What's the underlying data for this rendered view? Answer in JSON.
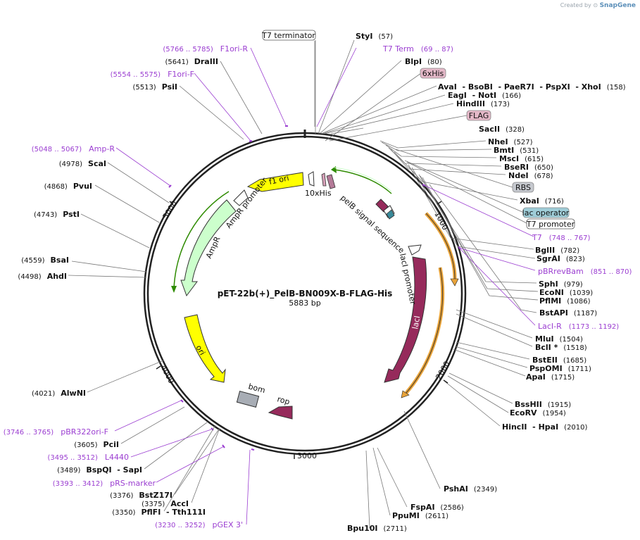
{
  "watermark": {
    "prefix": "Created by",
    "brand": "SnapGene"
  },
  "plasmid": {
    "name": "pET-22b(+)_PelB-BN009X-B-FLAG-His",
    "size": "5883 bp"
  },
  "ticks": [
    "1000",
    "2000",
    "3000",
    "4000",
    "5000"
  ],
  "enzymes": [
    {
      "name": "StyI",
      "pos": "(57)"
    },
    {
      "name": "BlpI",
      "pos": "(80)"
    },
    {
      "name": "AvaI  - BsoBI  - PaeR7I  - PspXI  - XhoI",
      "pos": "(158)"
    },
    {
      "name": "EagI  - NotI",
      "pos": "(166)"
    },
    {
      "name": "HindIII",
      "pos": "(173)"
    },
    {
      "name": "SacII",
      "pos": "(328)"
    },
    {
      "name": "NheI",
      "pos": "(527)"
    },
    {
      "name": "BmtI",
      "pos": "(531)"
    },
    {
      "name": "MscI",
      "pos": "(615)"
    },
    {
      "name": "BseRI",
      "pos": "(650)"
    },
    {
      "name": "NdeI",
      "pos": "(678)"
    },
    {
      "name": "XbaI",
      "pos": "(716)"
    },
    {
      "name": "BglII",
      "pos": "(782)"
    },
    {
      "name": "SgrAI",
      "pos": "(823)"
    },
    {
      "name": "SphI",
      "pos": "(979)"
    },
    {
      "name": "EcoNI",
      "pos": "(1039)"
    },
    {
      "name": "PflMI",
      "pos": "(1086)"
    },
    {
      "name": "BstAPI",
      "pos": "(1187)"
    },
    {
      "name": "MluI",
      "pos": "(1504)"
    },
    {
      "name": "BclI *",
      "pos": "(1518)"
    },
    {
      "name": "BstEII",
      "pos": "(1685)"
    },
    {
      "name": "PspOMI",
      "pos": "(1711)"
    },
    {
      "name": "ApaI",
      "pos": "(1715)"
    },
    {
      "name": "BssHII",
      "pos": "(1915)"
    },
    {
      "name": "EcoRV",
      "pos": "(1954)"
    },
    {
      "name": "HincII  - HpaI",
      "pos": "(2010)"
    },
    {
      "name": "PshAI",
      "pos": "(2349)"
    },
    {
      "name": "FspAI",
      "pos": "(2586)"
    },
    {
      "name": "PpuMI",
      "pos": "(2611)"
    },
    {
      "name": "Bpu10I",
      "pos": "(2711)"
    },
    {
      "name": "PflFI  - Tth111I",
      "pos": "(3350)"
    },
    {
      "name": "AccI",
      "pos": "(3375)"
    },
    {
      "name": "BstZ17I",
      "pos": "(3376)"
    },
    {
      "name": "BspQI  - SapI",
      "pos": "(3489)"
    },
    {
      "name": "PciI",
      "pos": "(3605)"
    },
    {
      "name": "AlwNI",
      "pos": "(4021)"
    },
    {
      "name": "AhdI",
      "pos": "(4498)"
    },
    {
      "name": "BsaI",
      "pos": "(4559)"
    },
    {
      "name": "PstI",
      "pos": "(4743)"
    },
    {
      "name": "PvuI",
      "pos": "(4868)"
    },
    {
      "name": "ScaI",
      "pos": "(4978)"
    },
    {
      "name": "PsiI",
      "pos": "(5513)"
    },
    {
      "name": "DraIII",
      "pos": "(5641)"
    }
  ],
  "primers": [
    {
      "name": "T7 Term",
      "pos": "(69 .. 87)"
    },
    {
      "name": "T7",
      "pos": "(748 .. 767)"
    },
    {
      "name": "pBRrevBam",
      "pos": "(851 .. 870)"
    },
    {
      "name": "LacI-R",
      "pos": "(1173 .. 1192)"
    },
    {
      "name": "pGEX 3'",
      "pos": "(3230 .. 3252)"
    },
    {
      "name": "pRS-marker",
      "pos": "(3393 .. 3412)"
    },
    {
      "name": "L4440",
      "pos": "(3495 .. 3512)"
    },
    {
      "name": "pBR322ori-F",
      "pos": "(3746 .. 3765)"
    },
    {
      "name": "Amp-R",
      "pos": "(5048 .. 5067)"
    },
    {
      "name": "F1ori-F",
      "pos": "(5554 .. 5575)"
    },
    {
      "name": "F1ori-R",
      "pos": "(5766 .. 5785)"
    }
  ],
  "feature_boxes": [
    {
      "name": "T7 terminator",
      "style": "white"
    },
    {
      "name": "6xHis",
      "style": "pink"
    },
    {
      "name": "FLAG",
      "style": "pink"
    },
    {
      "name": "RBS",
      "style": "grey"
    },
    {
      "name": "lac operator",
      "style": "teal"
    },
    {
      "name": "T7 promoter",
      "style": "white"
    }
  ],
  "inner_features": [
    {
      "name": "f1 ori",
      "color": "#ffff00"
    },
    {
      "name": "AmpR promoter",
      "color": "#ffffff"
    },
    {
      "name": "AmpR",
      "color": "#ccffcc"
    },
    {
      "name": "ori",
      "color": "#ffff00"
    },
    {
      "name": "bom",
      "color": "#a8adb5"
    },
    {
      "name": "rop",
      "color": "#962a5b"
    },
    {
      "name": "lacI",
      "color": "#962a5b"
    },
    {
      "name": "lacI promoter",
      "color": "#ffffff"
    },
    {
      "name": "pelB signal sequence",
      "color": "#962a5b"
    },
    {
      "name": "10xHis",
      "color": "#ffffff"
    }
  ],
  "colors": {
    "backbone": "#222222",
    "primer": "#9b3ed1",
    "lacI": "#962a5b",
    "orf_outline": "#e8a33a",
    "green": "#2e8b00"
  }
}
